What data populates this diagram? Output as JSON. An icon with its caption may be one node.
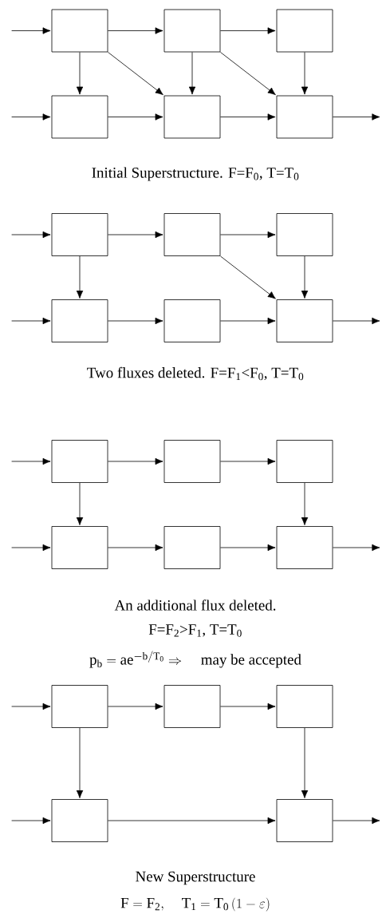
{
  "diagram": {
    "nodes": [
      {
        "text": [],
        "shape": "box"
      },
      {
        "text": [],
        "shape": "box"
      },
      {
        "text": [],
        "shape": "box"
      },
      {
        "text": [],
        "shape": "box"
      },
      {
        "text": [],
        "shape": "box"
      },
      {
        "text": [],
        "shape": "box"
      },
      {
        "text": [],
        "shape": "box"
      },
      {
        "text": [],
        "shape": "box"
      },
      {
        "text": [],
        "shape": "box"
      },
      {
        "text": [],
        "shape": "box"
      },
      {
        "text": [],
        "shape": "box"
      },
      {
        "text": [],
        "shape": "box"
      },
      {
        "text": [],
        "shape": "box"
      },
      {
        "text": [],
        "shape": "box"
      },
      {
        "text": [],
        "shape": "box"
      },
      {
        "text": [],
        "shape": "box"
      },
      {
        "text": [],
        "shape": "box"
      },
      {
        "text": [],
        "shape": "box"
      },
      {
        "text": [],
        "shape": "box"
      },
      {
        "text": [],
        "shape": "box"
      },
      {
        "text": [],
        "shape": "box"
      },
      {
        "text": [],
        "shape": "box"
      },
      {
        "text": [],
        "shape": "box"
      }
    ],
    "edges": [
      {
        "from": null,
        "to": 0,
        "arrow": "to"
      },
      {
        "from": 0,
        "to": 1,
        "arrow": "to"
      },
      {
        "from": 1,
        "to": 2,
        "arrow": "to"
      },
      {
        "from": 0,
        "to": 3,
        "arrow": "to"
      },
      {
        "from": 0,
        "to": 4,
        "arrow": "to"
      },
      {
        "from": 1,
        "to": 4,
        "arrow": "to"
      },
      {
        "from": 1,
        "to": 5,
        "arrow": "to"
      },
      {
        "from": 2,
        "to": 5,
        "arrow": "to"
      },
      {
        "from": null,
        "to": 3,
        "arrow": "to"
      },
      {
        "from": 3,
        "to": 4,
        "arrow": "to"
      },
      {
        "from": 4,
        "to": 5,
        "arrow": "to"
      },
      {
        "from": 5,
        "to": null,
        "arrow": "to"
      },
      {
        "from": null,
        "to": 6,
        "arrow": "to"
      },
      {
        "from": 6,
        "to": 7,
        "arrow": "to"
      },
      {
        "from": 7,
        "to": 8,
        "arrow": "to"
      },
      {
        "from": 6,
        "to": 9,
        "arrow": "to"
      },
      {
        "from": 7,
        "to": 11,
        "arrow": "to"
      },
      {
        "from": 8,
        "to": 11,
        "arrow": "to"
      },
      {
        "from": null,
        "to": 9,
        "arrow": "to"
      },
      {
        "from": 9,
        "to": 10,
        "arrow": "to"
      },
      {
        "from": 10,
        "to": 11,
        "arrow": "to"
      },
      {
        "from": 11,
        "to": null,
        "arrow": "to"
      },
      {
        "from": null,
        "to": 12,
        "arrow": "to"
      },
      {
        "from": 12,
        "to": 13,
        "arrow": "to"
      },
      {
        "from": 13,
        "to": 14,
        "arrow": "to"
      },
      {
        "from": 12,
        "to": 15,
        "arrow": "to"
      },
      {
        "from": 14,
        "to": 17,
        "arrow": "to"
      },
      {
        "from": null,
        "to": 15,
        "arrow": "to"
      },
      {
        "from": 15,
        "to": 16,
        "arrow": "to"
      },
      {
        "from": 16,
        "to": 17,
        "arrow": "to"
      },
      {
        "from": 17,
        "to": null,
        "arrow": "to"
      },
      {
        "from": null,
        "to": 18,
        "arrow": "to"
      },
      {
        "from": 18,
        "to": 19,
        "arrow": "to"
      },
      {
        "from": 19,
        "to": 20,
        "arrow": "to"
      },
      {
        "from": 18,
        "to": 21,
        "arrow": "to"
      },
      {
        "from": 20,
        "to": 22,
        "arrow": "to"
      },
      {
        "from": null,
        "to": 21,
        "arrow": "to"
      },
      {
        "from": 21,
        "to": 22,
        "arrow": "to"
      },
      {
        "from": 22,
        "to": null,
        "arrow": "to"
      }
    ],
    "labels": [
      "Initial Superstructure. F=F$_{0}$, T=T$_{0}$",
      "Two fluxes deleted. F=F$_{1}$<F$_{0}$, T=T$_{0}$",
      "An additional flux deleted.",
      "F=F$_{2}$>F$_{1}$, T=T$_{0}$",
      "\\mathrm{p_b = a e^{-b/T_0}} \\Rightarrow \\quad \\text{may be accepted}",
      "New Superstructure",
      "\\mathrm{F = F_2}, \\quad \\mathrm{T_1 = T_0}\\left(1-\\varepsilon\\right)"
    ]
  }
}
